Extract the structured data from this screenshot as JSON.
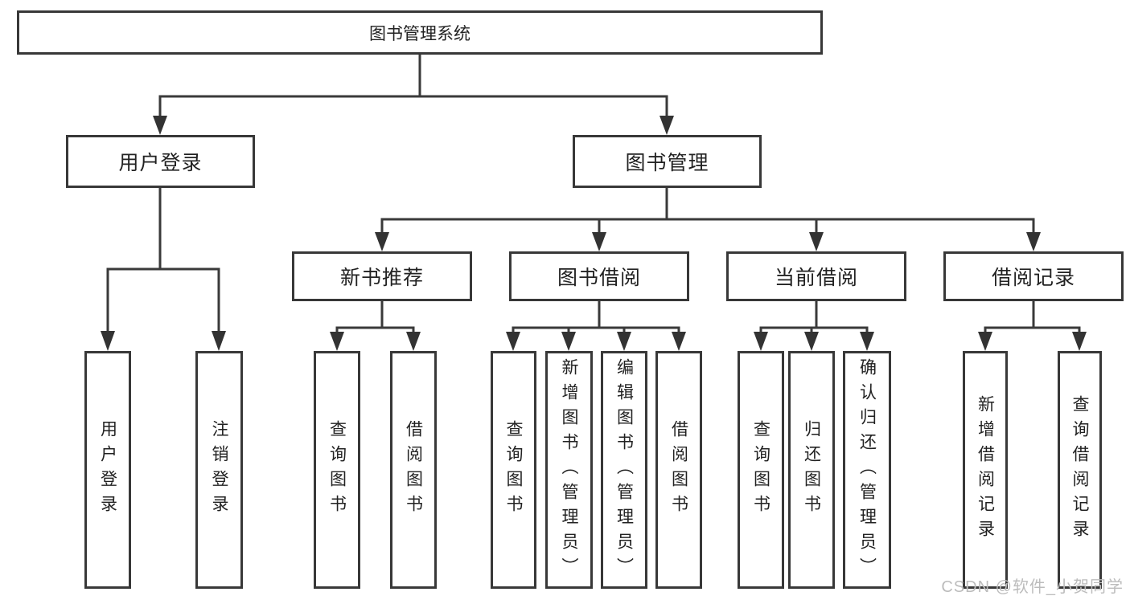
{
  "tree": {
    "label": "图书管理系统",
    "children": [
      {
        "label": "用户登录",
        "children": [
          {
            "label": "用户登录"
          },
          {
            "label": "注销登录"
          }
        ]
      },
      {
        "label": "图书管理",
        "children": [
          {
            "label": "新书推荐",
            "children": [
              {
                "label": "查询图书"
              },
              {
                "label": "借阅图书"
              }
            ]
          },
          {
            "label": "图书借阅",
            "children": [
              {
                "label": "查询图书"
              },
              {
                "label": "新增图书（管理员）"
              },
              {
                "label": "编辑图书（管理员）"
              },
              {
                "label": "借阅图书"
              }
            ]
          },
          {
            "label": "当前借阅",
            "children": [
              {
                "label": "查询图书"
              },
              {
                "label": "归还图书"
              },
              {
                "label": "确认归还（管理员）"
              }
            ]
          },
          {
            "label": "借阅记录",
            "children": [
              {
                "label": "新增借阅记录"
              },
              {
                "label": "查询借阅记录"
              }
            ]
          }
        ]
      }
    ]
  },
  "watermark": "CSDN @软件_小贺同学",
  "colors": {
    "line": "#3a3a3a",
    "box_border": "#383838",
    "text": "#222222",
    "background": "#ffffff",
    "watermark": "#bcbcbc"
  }
}
